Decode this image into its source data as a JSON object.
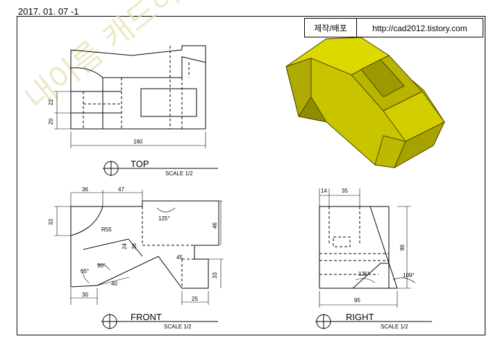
{
  "header": {
    "date": "2017. 01. 07 -1",
    "publisher_label": "제작/배포",
    "url": "http://cad2012.tistory.com"
  },
  "watermark": "내이름 캐드하자",
  "views": {
    "top": {
      "title": "TOP",
      "scale": "SCALE 1/2"
    },
    "front": {
      "title": "FRONT",
      "scale": "SCALE 1/2"
    },
    "right": {
      "title": "RIGHT",
      "scale": "SCALE 1/2"
    }
  },
  "dimensions": {
    "top": [
      "22",
      "20",
      "160"
    ],
    "front": [
      "36",
      "47",
      "33",
      "R55",
      "125°",
      "46",
      "24",
      "36",
      "90°",
      "45",
      "65°",
      "40",
      "30",
      "33",
      "25"
    ],
    "right": [
      "14",
      "35",
      "96",
      "125°",
      "109°",
      "95"
    ]
  },
  "colors": {
    "model_fill": "#c8c400",
    "model_dark": "#8f8c00",
    "line": "#000000"
  }
}
